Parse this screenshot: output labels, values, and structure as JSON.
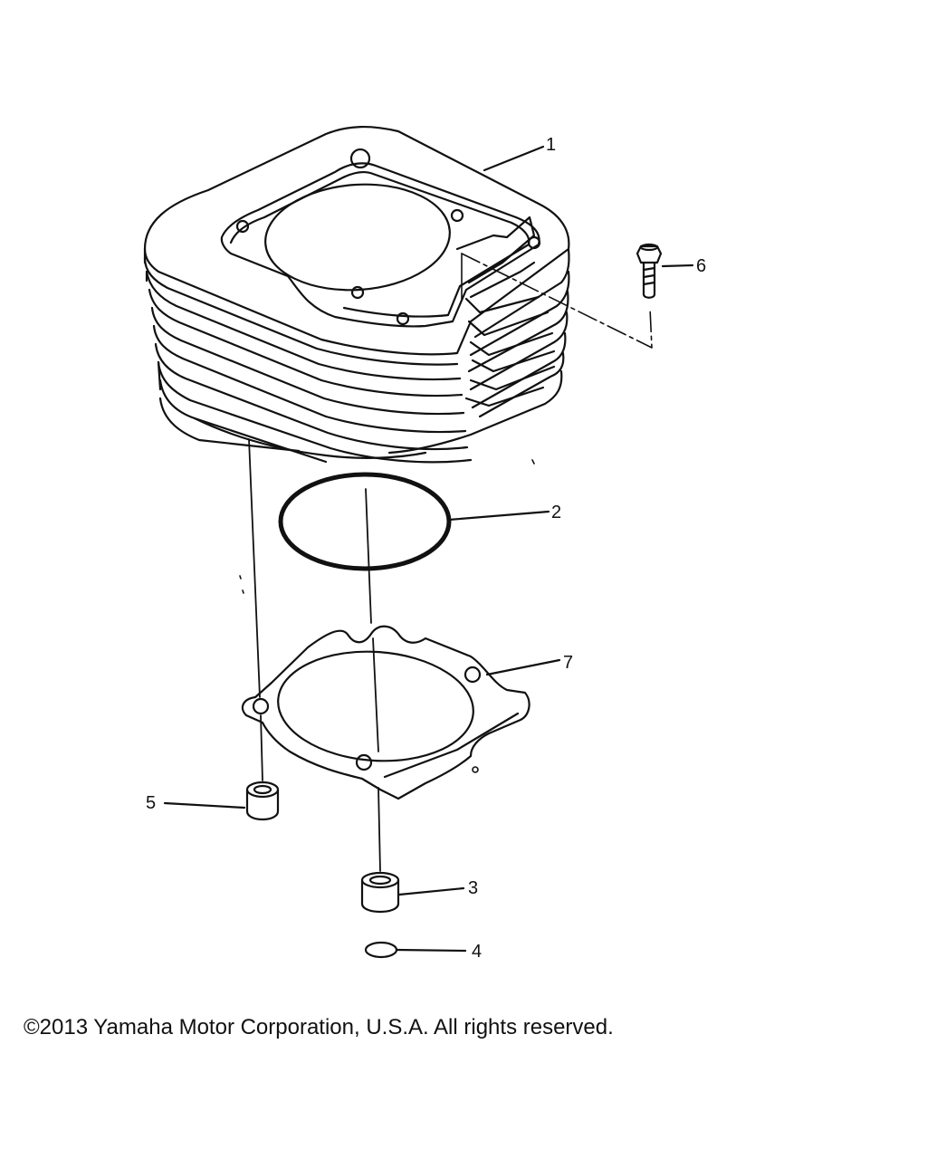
{
  "callouts": {
    "c1": "1",
    "c2": "2",
    "c3": "3",
    "c4": "4",
    "c5": "5",
    "c6": "6",
    "c7": "7"
  },
  "footer": {
    "copyright": "©2013 Yamaha Motor Corporation, U.S.A. All rights reserved."
  }
}
